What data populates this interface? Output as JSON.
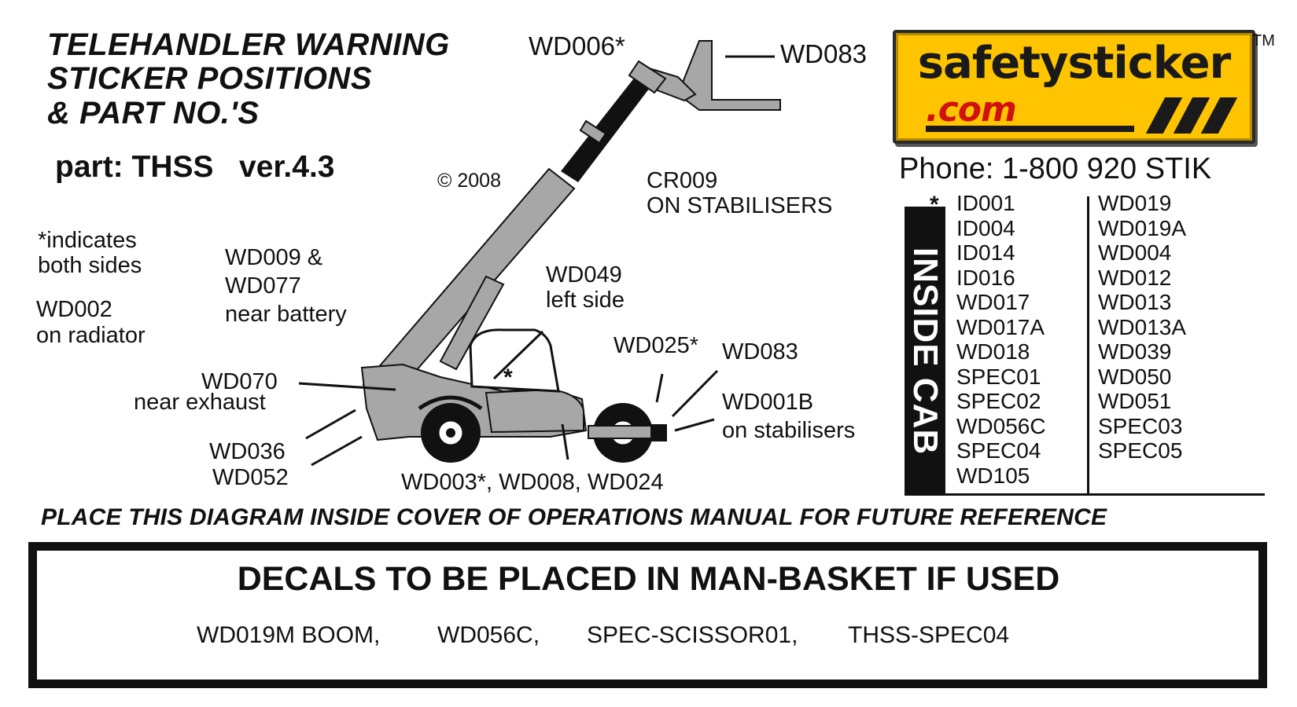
{
  "title": {
    "line1": "TELEHANDLER WARNING",
    "line2": "STICKER POSITIONS",
    "line3": "& PART NO.'S"
  },
  "part_label": "part: THSS   ver.4.3",
  "copyright": "© 2008",
  "logo": {
    "main": "safetysticker",
    "sub": ".com",
    "tm": "TM",
    "bg_color": "#ffc400",
    "accent_color": "#d11010"
  },
  "phone": "Phone: 1-800 920 STIK",
  "notes": {
    "asterisk_line1": "*indicates",
    "asterisk_line2": "both sides",
    "radiator_line1": "WD002",
    "radiator_line2": "on radiator",
    "battery_line1": "WD009 &",
    "battery_line2": "WD077",
    "battery_line3": "near battery",
    "exhaust_line1": "WD070",
    "exhaust_line2": "near exhaust",
    "wd036": "WD036",
    "wd052": "WD052",
    "bottom_center": "WD003*, WD008, WD024",
    "wd006": "WD006*",
    "wd083_top": "WD083",
    "cr009_line1": "CR009",
    "cr009_line2": "ON STABILISERS",
    "wd049_line1": "WD049",
    "wd049_line2": "left side",
    "wd025": "WD025*",
    "wd083_right": "WD083",
    "wd001b_line1": "WD001B",
    "wd001b_line2": "on stabilisers",
    "cab_marker": "*"
  },
  "inside_cab": {
    "label": "INSIDE CAB",
    "asterisk": "*",
    "column1": [
      "ID001",
      "ID004",
      "ID014",
      "ID016",
      "WD017",
      "WD017A",
      "WD018",
      "SPEC01",
      "SPEC02",
      "WD056C",
      "SPEC04",
      "WD105"
    ],
    "column2": [
      "WD019",
      "WD019A",
      "WD004",
      "WD012",
      "WD013",
      "WD013A",
      "WD039",
      "WD050",
      "WD051",
      "SPEC03",
      "SPEC05"
    ]
  },
  "reference_note": "PLACE THIS DIAGRAM INSIDE COVER OF OPERATIONS MANUAL FOR FUTURE REFERENCE",
  "man_basket": {
    "title": "DECALS TO BE PLACED IN MAN-BASKET IF USED",
    "items": [
      "WD019M BOOM,",
      "WD056C,",
      "SPEC-SCISSOR01,",
      "THSS-SPEC04"
    ]
  },
  "colors": {
    "machine_gray": "#a7a7a7",
    "outline": "#111111"
  }
}
